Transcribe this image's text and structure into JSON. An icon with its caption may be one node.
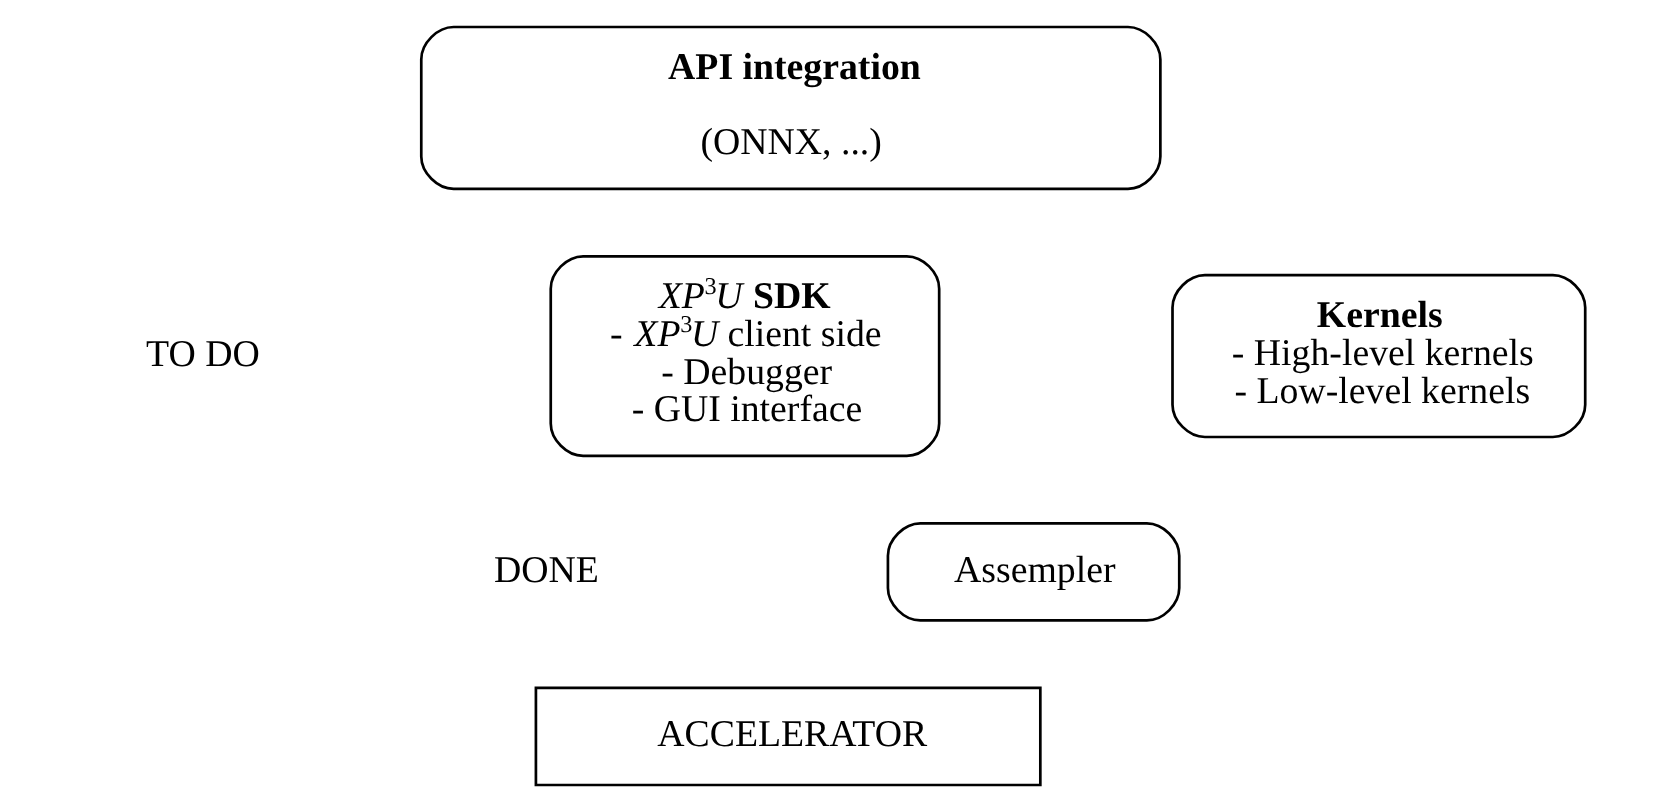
{
  "diagram": {
    "nodes": [
      {
        "text": [
          "API integration",
          "(ONNX, ...)"
        ]
      },
      {
        "text": [
          "*XP*$^{3}$*U* **SDK**",
          "- *XP*$^{3}$*U* client side",
          "- Debugger",
          "- GUI interface"
        ]
      },
      {
        "text": [
          "Kernels",
          "- High-level kernels",
          "- Low-level kernels"
        ]
      },
      {
        "text": [
          "Assempler"
        ]
      },
      {
        "text": [
          "ACCELERATOR"
        ]
      }
    ],
    "labels": [
      "TO DO",
      "DONE"
    ]
  }
}
